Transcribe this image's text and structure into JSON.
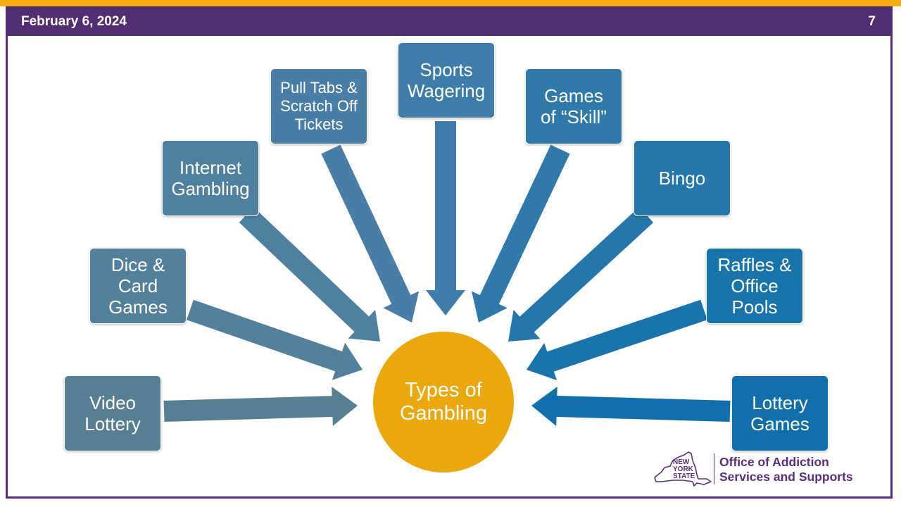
{
  "header": {
    "date": "February 6, 2024",
    "page_number": "7"
  },
  "hub": {
    "label_line1": "Types of",
    "label_line2": "Gambling",
    "color": "#eaa80d"
  },
  "nodes": [
    {
      "line1": "Video",
      "line2": "Lottery",
      "line3": "",
      "color": "#567f94"
    },
    {
      "line1": "Dice &",
      "line2": "Card",
      "line3": "Games",
      "color": "#53809a"
    },
    {
      "line1": "Internet",
      "line2": "Gambling",
      "line3": "",
      "color": "#4f80a0"
    },
    {
      "line1": "Pull Tabs &",
      "line2": "Scratch Off",
      "line3": "Tickets",
      "color": "#4a7ea6"
    },
    {
      "line1": "Sports",
      "line2": "Wagering",
      "line3": "",
      "color": "#3e7ca9"
    },
    {
      "line1": "Games",
      "line2": "of “Skill”",
      "line3": "",
      "color": "#2f7aab"
    },
    {
      "line1": "Bingo",
      "line2": "",
      "line3": "",
      "color": "#2577ab"
    },
    {
      "line1": "Raffles &",
      "line2": "Office",
      "line3": "Pools",
      "color": "#1a74ac"
    },
    {
      "line1": "Lottery",
      "line2": "Games",
      "line3": "",
      "color": "#1170ab"
    }
  ],
  "logo": {
    "state_line1": "NEW",
    "state_line2": "YORK",
    "state_line3": "STATE",
    "agency_line1": "Office of Addiction",
    "agency_line2": "Services and Supports",
    "color": "#5b2d7f"
  }
}
